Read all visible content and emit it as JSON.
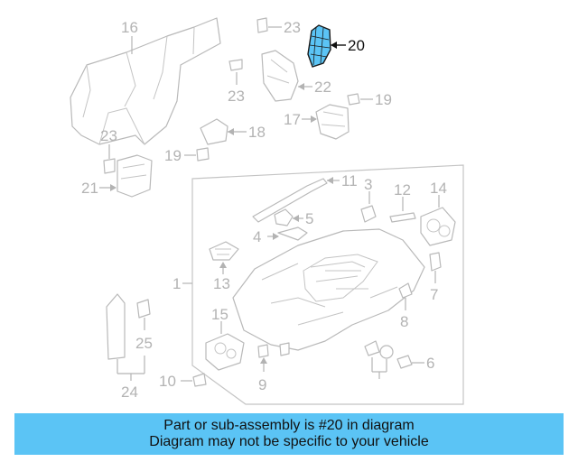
{
  "diagram": {
    "highlight_color": "#5bc4f5",
    "callouts": {
      "c1": "1",
      "c3": "3",
      "c4": "4",
      "c5": "5",
      "c6": "6",
      "c7": "7",
      "c8": "8",
      "c9": "9",
      "c10": "10",
      "c11": "11",
      "c12": "12",
      "c13": "13",
      "c14": "14",
      "c15": "15",
      "c16": "16",
      "c17": "17",
      "c18": "18",
      "c19a": "19",
      "c19b": "19",
      "c20": "20",
      "c21": "21",
      "c22": "22",
      "c23a": "23",
      "c23b": "23",
      "c23c": "23",
      "c24": "24",
      "c25": "25"
    }
  },
  "banner": {
    "line1": "Part or sub-assembly is #20 in diagram",
    "line2": "Diagram may not be specific to your vehicle",
    "color": "#5bc4f5"
  }
}
